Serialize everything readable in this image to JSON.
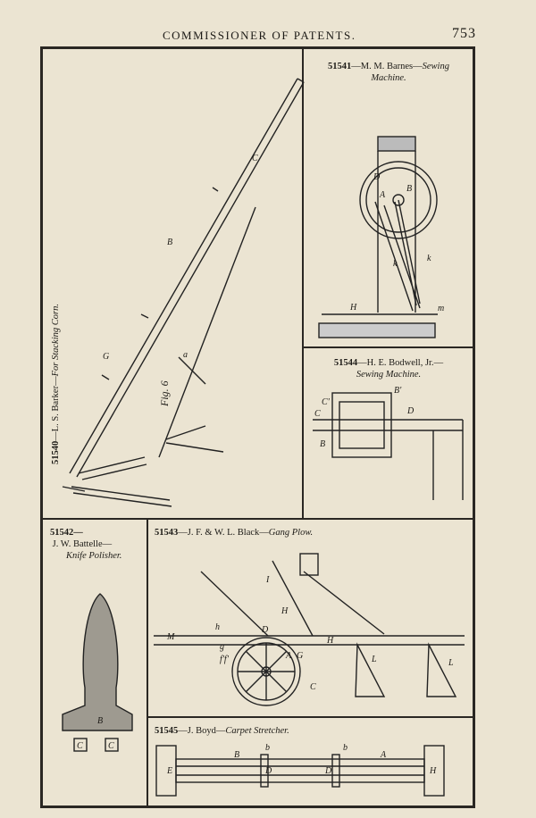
{
  "header": {
    "title": "COMMISSIONER OF PATENTS.",
    "page_number": "753"
  },
  "figures": {
    "f51540": {
      "number": "51540",
      "title": "L. S. Barker—",
      "subject": "For Stacking Corn.",
      "fig_label": "Fig. 6",
      "labels": [
        "C",
        "B",
        "G",
        "a"
      ]
    },
    "f51541": {
      "number": "51541",
      "title": "M. M. Barnes—",
      "subject": "Sewing",
      "subject2": "Machine.",
      "labels": [
        "D",
        "A",
        "B",
        "k",
        "k",
        "H",
        "m"
      ]
    },
    "f51544": {
      "number": "51544",
      "title": "H. E. Bodwell, Jr.—",
      "subject": "Sewing Machine.",
      "labels": [
        "B'",
        "C'",
        "C",
        "D",
        "B"
      ]
    },
    "f51542": {
      "number": "51542—",
      "title": "J. W. Battelle—",
      "subject": "Knife Polisher.",
      "labels": [
        "B",
        "C",
        "C"
      ]
    },
    "f51543": {
      "number": "51543",
      "title": "J. F. & W. L. Black—",
      "subject": "Gang Plow.",
      "labels": [
        "I",
        "H",
        "h",
        "M",
        "D",
        "H",
        "g",
        "f'f'",
        "A",
        "G",
        "L",
        "L",
        "C"
      ]
    },
    "f51545": {
      "number": "51545",
      "title": "J. Boyd—",
      "subject": "Carpet Stretcher.",
      "labels": [
        "B",
        "b",
        "b",
        "A",
        "E",
        "D",
        "D",
        "H"
      ]
    }
  }
}
